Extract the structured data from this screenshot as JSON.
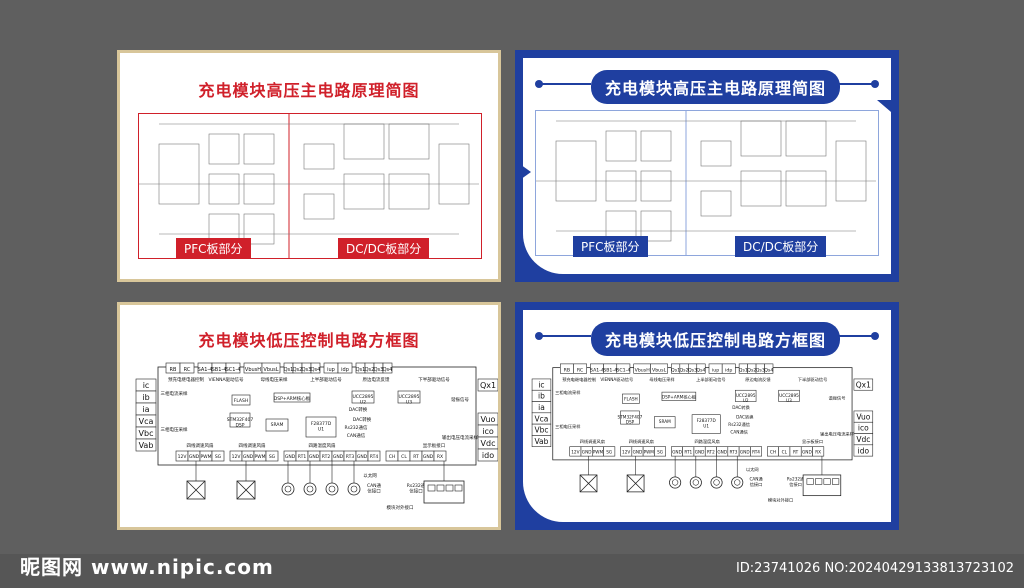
{
  "panels": {
    "hv_title": "充电模块高压主电路原理简图",
    "lv_title": "充电模块低压控制电路方框图",
    "pfc_label": "PFC板部分",
    "dcdc_label": "DC/DC板部分"
  },
  "block": {
    "top_cells": [
      "RB",
      "RC",
      "SA1-4",
      "SB1-4",
      "SC1-4",
      "VbusH",
      "VbusL",
      "Qs1",
      "Qs2",
      "Qs3",
      "Qs4",
      "iup",
      "idp",
      "Qs1",
      "Qs2",
      "Qs3",
      "Qs4"
    ],
    "top_desc": [
      "预充电继电器控制",
      "VIENNA驱动信号",
      "母线电压采样",
      "上半部驱动信号",
      "原边电流反馈",
      "下半部驱动信号"
    ],
    "left_cells": [
      "ic",
      "ib",
      "ia",
      "Vca",
      "Vbc",
      "Vab"
    ],
    "left_desc": [
      "三相电流采样",
      "三相电压采样"
    ],
    "right_cells": [
      "Qx1",
      "Vuo",
      "ico",
      "Vdc",
      "ido"
    ],
    "right_desc": [
      "谐振信号",
      "输出电压电流采样"
    ],
    "bottom_cells": [
      "12V",
      "GND",
      "PWM",
      "SG",
      "12V",
      "GND",
      "PWM",
      "SG",
      "GND",
      "RT1",
      "GND",
      "RT2",
      "GND",
      "RT3",
      "GND",
      "RT4",
      "CH",
      "CL",
      "RT",
      "GND",
      "RX"
    ],
    "bottom_desc": [
      "四线调速风扇",
      "四线调速风扇",
      "四路温度风扇",
      "显示板接口"
    ],
    "chips": [
      "F28377D\nU1",
      "SRAM",
      "DSP+ARM核心板",
      "UCC2895\nU2",
      "UCC2895\nU3",
      "FLASH",
      "STM32F407\nDSP"
    ],
    "notes": [
      "DAC转换",
      "DAC转换",
      "Rs232通信",
      "CAN通信",
      "CAN通\n信接口",
      "Rs232通\n信接口",
      "模块对外接口",
      "以太网"
    ]
  },
  "watermark": {
    "site": "昵图网 www.nipic.com",
    "id": "ID:23741026 NO:20240429133813723102"
  },
  "colors": {
    "red": "#d0202a",
    "blue": "#1f3fa0",
    "gold": "#d8c69a",
    "background": "#5f5f5f"
  }
}
